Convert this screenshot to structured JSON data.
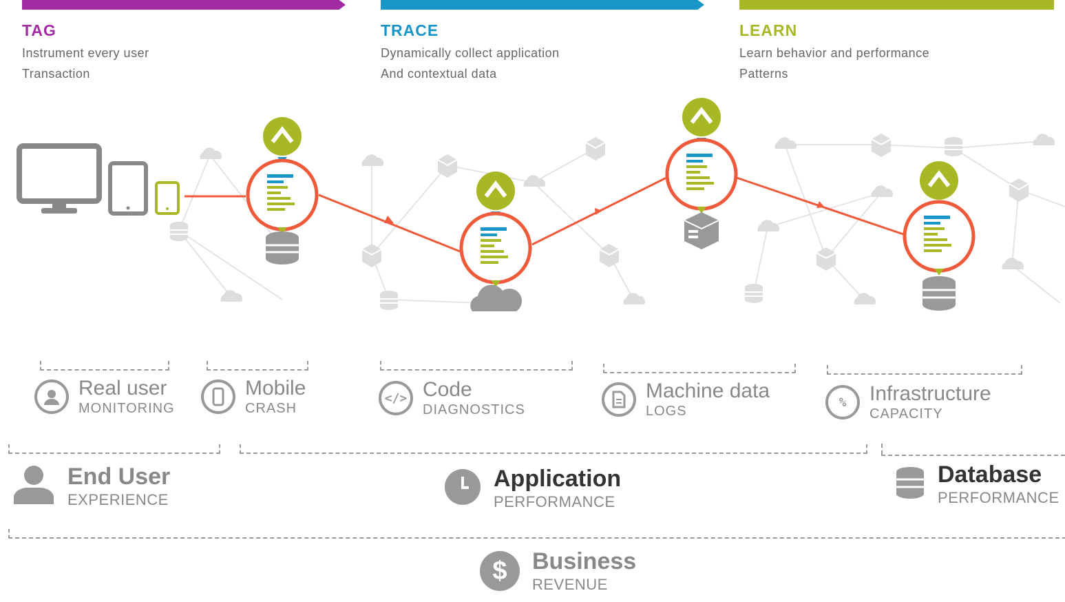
{
  "phases": [
    {
      "title": "TAG",
      "color": "#a12ba1",
      "line1": "Instrument every user",
      "line2": "Transaction"
    },
    {
      "title": "TRACE",
      "color": "#1896c8",
      "line1": "Dynamically collect application",
      "line2": "And contextual data"
    },
    {
      "title": "LEARN",
      "color": "#a8b824",
      "line1": "Learn behavior and performance",
      "line2": "Patterns"
    }
  ],
  "features": [
    {
      "title": "Real user",
      "subtitle": "MONITORING",
      "icon": "user-icon"
    },
    {
      "title": "Mobile",
      "subtitle": "CRASH",
      "icon": "mobile-icon"
    },
    {
      "title": "Code",
      "subtitle": "DIAGNOSTICS",
      "icon": "code-icon",
      "glyph": "</>"
    },
    {
      "title": "Machine data",
      "subtitle": "LOGS",
      "icon": "document-icon"
    },
    {
      "title": "Infrastructure",
      "subtitle": "CAPACITY",
      "icon": "percent-icon",
      "glyph": "%"
    }
  ],
  "categories": [
    {
      "title": "End User",
      "subtitle": "EXPERIENCE",
      "icon": "user-silhouette-icon"
    },
    {
      "title": "Application",
      "subtitle": "PERFORMANCE",
      "icon": "clock-icon"
    },
    {
      "title": "Database",
      "subtitle": "PERFORMANCE",
      "icon": "database-icon"
    },
    {
      "title": "Business",
      "subtitle": "REVENUE",
      "icon": "dollar-icon",
      "glyph": "$"
    }
  ],
  "colors": {
    "accent_orange": "#ee5a3a",
    "tag_purple": "#a12ba1",
    "trace_blue": "#1896c8",
    "learn_green": "#a8b824",
    "gray": "#999999"
  }
}
